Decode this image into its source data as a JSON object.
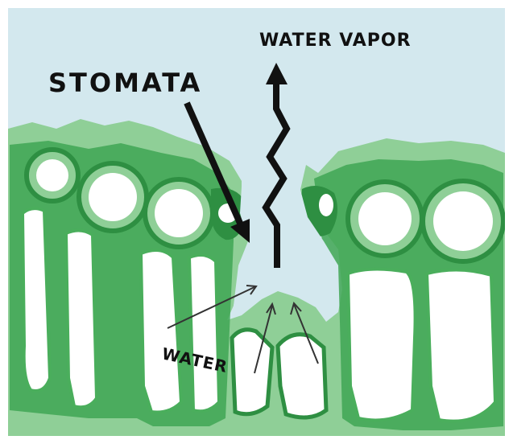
{
  "labels": {
    "water_vapor": "WATER VAPOR",
    "stomata": "STOMATA",
    "water": "WATER"
  },
  "colors": {
    "sky": "#d3e8ee",
    "outer_frame": "#ffffff",
    "epidermis_light": "#8fcf97",
    "tissue_dark": "#2e9a45",
    "tissue_mid": "#4aae5c",
    "cell_interior": "#ffffff",
    "arrow": "#111111"
  }
}
